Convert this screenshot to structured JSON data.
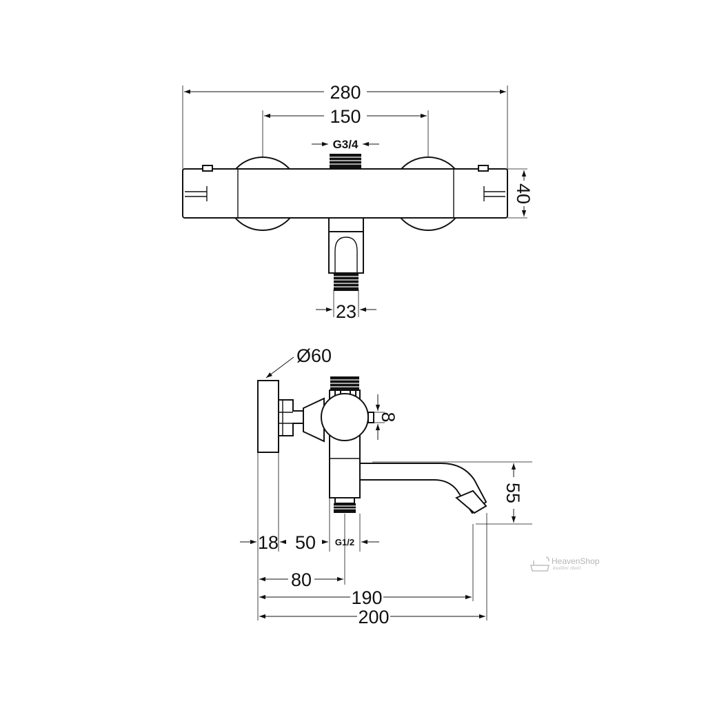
{
  "front_view": {
    "overall_width": "280",
    "inlet_spacing": "150",
    "top_outlet_thread": "G3/4",
    "body_height": "40",
    "spout_diameter": "23"
  },
  "side_view": {
    "escutcheon_diameter": "Ø60",
    "knob_offset": "8",
    "spout_drop": "55",
    "escutcheon_depth": "18",
    "body_offset": "50",
    "bottom_outlet_thread": "G1/2",
    "wall_to_outlet": "80",
    "wall_to_spout_tip": "190",
    "overall_projection": "200"
  },
  "watermark": {
    "brand": "HeavenShop",
    "tagline": "kvalitní zboží"
  }
}
